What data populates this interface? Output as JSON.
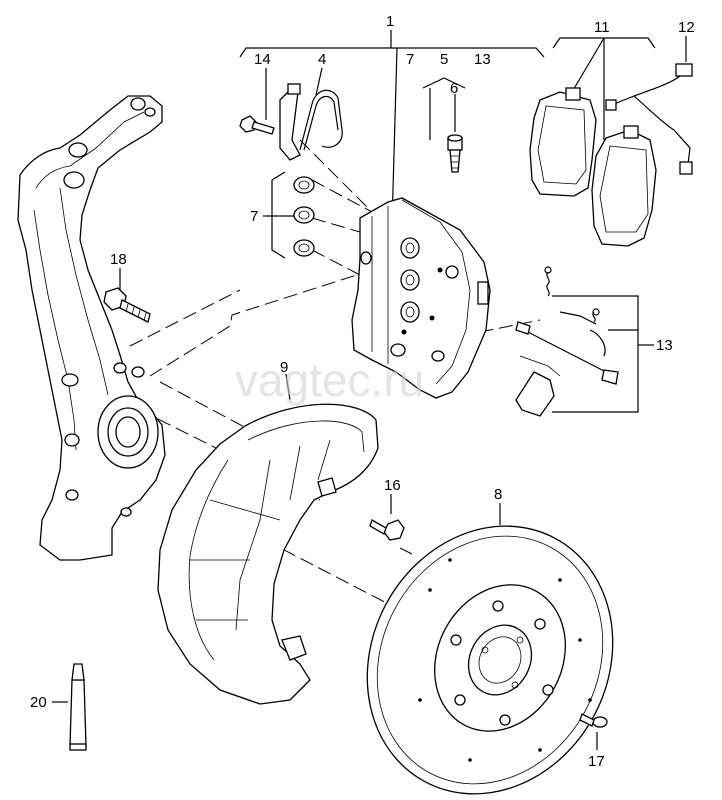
{
  "watermark": "vagtec.ru",
  "callouts": {
    "c1": "1",
    "c4": "4",
    "c5": "5",
    "c6": "6",
    "c7a": "7",
    "c7b": "7",
    "c8": "8",
    "c9": "9",
    "c11": "11",
    "c12": "12",
    "c13a": "13",
    "c13b": "13",
    "c14": "14",
    "c16": "16",
    "c17": "17",
    "c18": "18",
    "c20": "20"
  },
  "colors": {
    "line": "#000000",
    "background": "#ffffff",
    "watermark": "#cfcfcf"
  }
}
